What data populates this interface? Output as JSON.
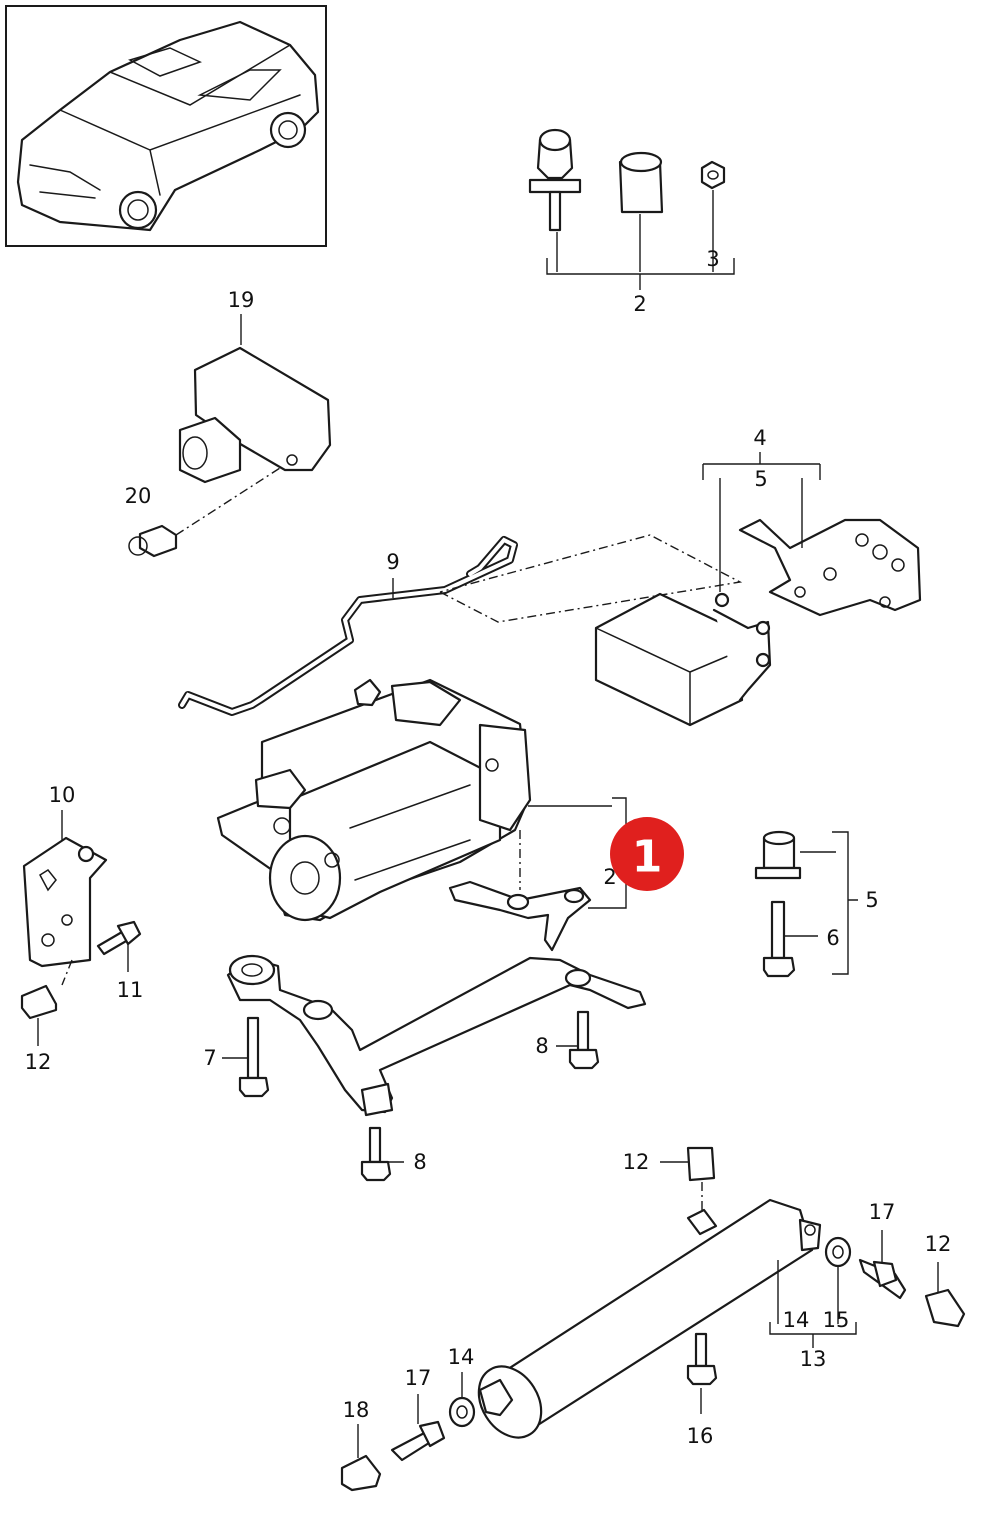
{
  "labels": {
    "l1": "1",
    "l2a": "2",
    "l2b": "2",
    "l3": "3",
    "l4": "4",
    "l5a": "5",
    "l5b": "5",
    "l6": "6",
    "l7": "7",
    "l8a": "8",
    "l8b": "8",
    "l9": "9",
    "l10": "10",
    "l11": "11",
    "l12a": "12",
    "l12b": "12",
    "l12c": "12",
    "l13": "13",
    "l14a": "14",
    "l14b": "14",
    "l15": "15",
    "l16": "16",
    "l17a": "17",
    "l17b": "17",
    "l18": "18",
    "l19": "19",
    "l20": "20"
  },
  "colors": {
    "badge": "#e0201e",
    "line": "#1a1a1a"
  }
}
